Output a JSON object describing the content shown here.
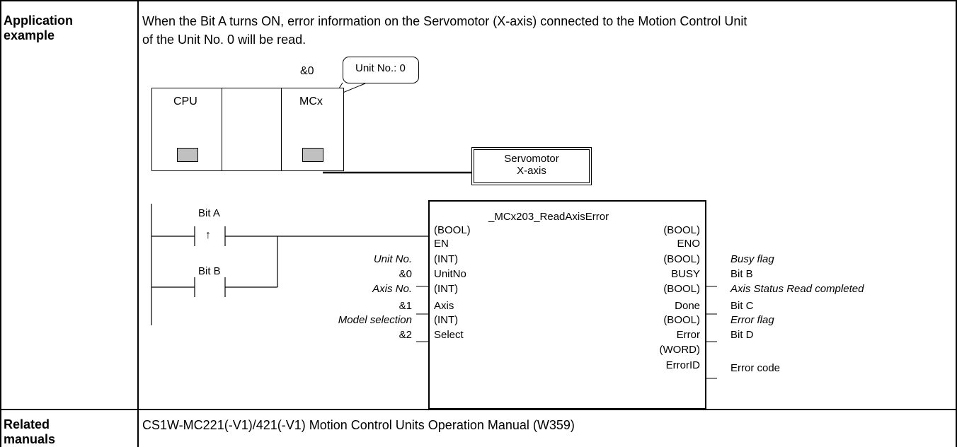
{
  "labels": {
    "application_example_line1": "Application",
    "application_example_line2": "example",
    "related_manuals_line1": "Related",
    "related_manuals_line2": "manuals"
  },
  "description": {
    "line1": "When the Bit A turns ON, error information on the Servomotor (X-axis) connected to the Motion Control Unit",
    "line2": "of the Unit No. 0 will be read."
  },
  "plc_diagram": {
    "unit_number_label": "&0",
    "callout_text": "Unit No.: 0",
    "cpu_label": "CPU",
    "mcx_label": "MCx",
    "servo_line1": "Servomotor",
    "servo_line2": "X-axis"
  },
  "ladder": {
    "bit_a": "Bit A",
    "bit_b": "Bit B",
    "rising_edge_symbol": "↑"
  },
  "function_block": {
    "title": "_MCx203_ReadAxisError",
    "inputs": [
      {
        "type": "(BOOL)",
        "name": "EN"
      },
      {
        "type": "(INT)",
        "name": "UnitNo"
      },
      {
        "type": "(INT)",
        "name": "Axis"
      },
      {
        "type": "(INT)",
        "name": "Select"
      }
    ],
    "outputs": [
      {
        "type": "(BOOL)",
        "name": "ENO"
      },
      {
        "type": "(BOOL)",
        "name": "BUSY"
      },
      {
        "type": "(BOOL)",
        "name": "Done"
      },
      {
        "type": "(BOOL)",
        "name": "Error"
      },
      {
        "type": "(WORD)",
        "name": "ErrorID"
      }
    ],
    "input_annotations": [
      {
        "desc": "Unit  No.",
        "value": "&0"
      },
      {
        "desc": "Axis  No.",
        "value": "&1"
      },
      {
        "desc": "Model  selection",
        "value": "&2"
      }
    ],
    "output_annotations": [
      {
        "desc": "Busy flag",
        "value": "Bit B"
      },
      {
        "desc": "Axis Status Read completed",
        "value": "Bit C"
      },
      {
        "desc": "Error flag",
        "value": "Bit D"
      },
      {
        "desc": "",
        "value": "Error code"
      }
    ]
  },
  "related_manuals": {
    "text": "CS1W-MC221(-V1)/421(-V1) Motion Control Units Operation Manual (W359)"
  }
}
